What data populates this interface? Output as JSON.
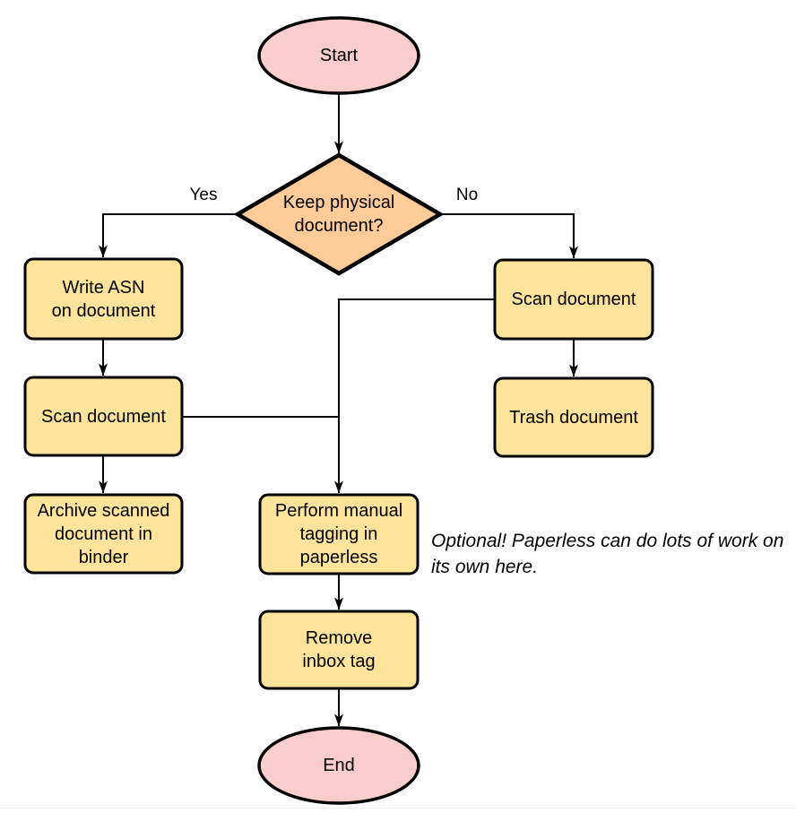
{
  "diagram": {
    "type": "flowchart",
    "nodes": {
      "start": {
        "shape": "terminal",
        "label": "Start"
      },
      "decision": {
        "shape": "decision",
        "label": "Keep physical\ndocument?"
      },
      "write_asn": {
        "shape": "process",
        "label": "Write ASN\non document"
      },
      "scan_left": {
        "shape": "process",
        "label": "Scan document"
      },
      "archive": {
        "shape": "process",
        "label": "Archive scanned\ndocument in\nbinder"
      },
      "scan_right": {
        "shape": "process",
        "label": "Scan document"
      },
      "trash": {
        "shape": "process",
        "label": "Trash document"
      },
      "perform_tagging": {
        "shape": "process",
        "label": "Perform manual\ntagging in\npaperless"
      },
      "remove_inbox": {
        "shape": "process",
        "label": "Remove\ninbox tag"
      },
      "end": {
        "shape": "terminal",
        "label": "End"
      }
    },
    "edge_labels": {
      "yes": "Yes",
      "no": "No"
    },
    "edges": [
      {
        "from": "start",
        "to": "decision"
      },
      {
        "from": "decision",
        "to": "write_asn",
        "label": "Yes"
      },
      {
        "from": "decision",
        "to": "scan_right",
        "label": "No"
      },
      {
        "from": "write_asn",
        "to": "scan_left"
      },
      {
        "from": "scan_left",
        "to": "archive"
      },
      {
        "from": "scan_left",
        "to": "perform_tagging"
      },
      {
        "from": "scan_right",
        "to": "trash"
      },
      {
        "from": "scan_right",
        "to": "perform_tagging"
      },
      {
        "from": "perform_tagging",
        "to": "remove_inbox"
      },
      {
        "from": "remove_inbox",
        "to": "end"
      }
    ],
    "note": "Optional! Paperless can do lots of work on\nits own here.",
    "colors": {
      "terminal_fill": "#f9cdcd",
      "decision_fill": "#fecb99",
      "process_fill": "#fee49a",
      "stroke": "#000000"
    }
  }
}
